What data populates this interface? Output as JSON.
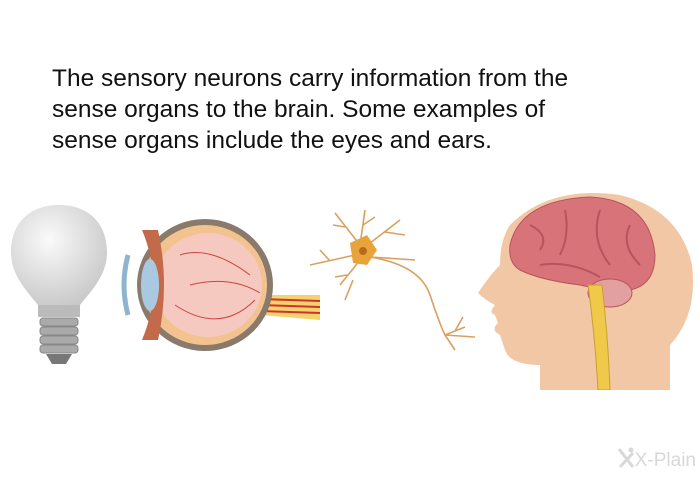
{
  "caption": {
    "lines": [
      "The sensory neurons carry information from the",
      "sense organs to the brain. Some examples of",
      "sense organs include the eyes and ears."
    ]
  },
  "logo": {
    "text": "X-Plain"
  },
  "colors": {
    "text": "#111111",
    "neuron": "#e8a33a",
    "brain": "#d9737a",
    "skin": "#f2c7a6",
    "logo": "#d8d8d8"
  }
}
